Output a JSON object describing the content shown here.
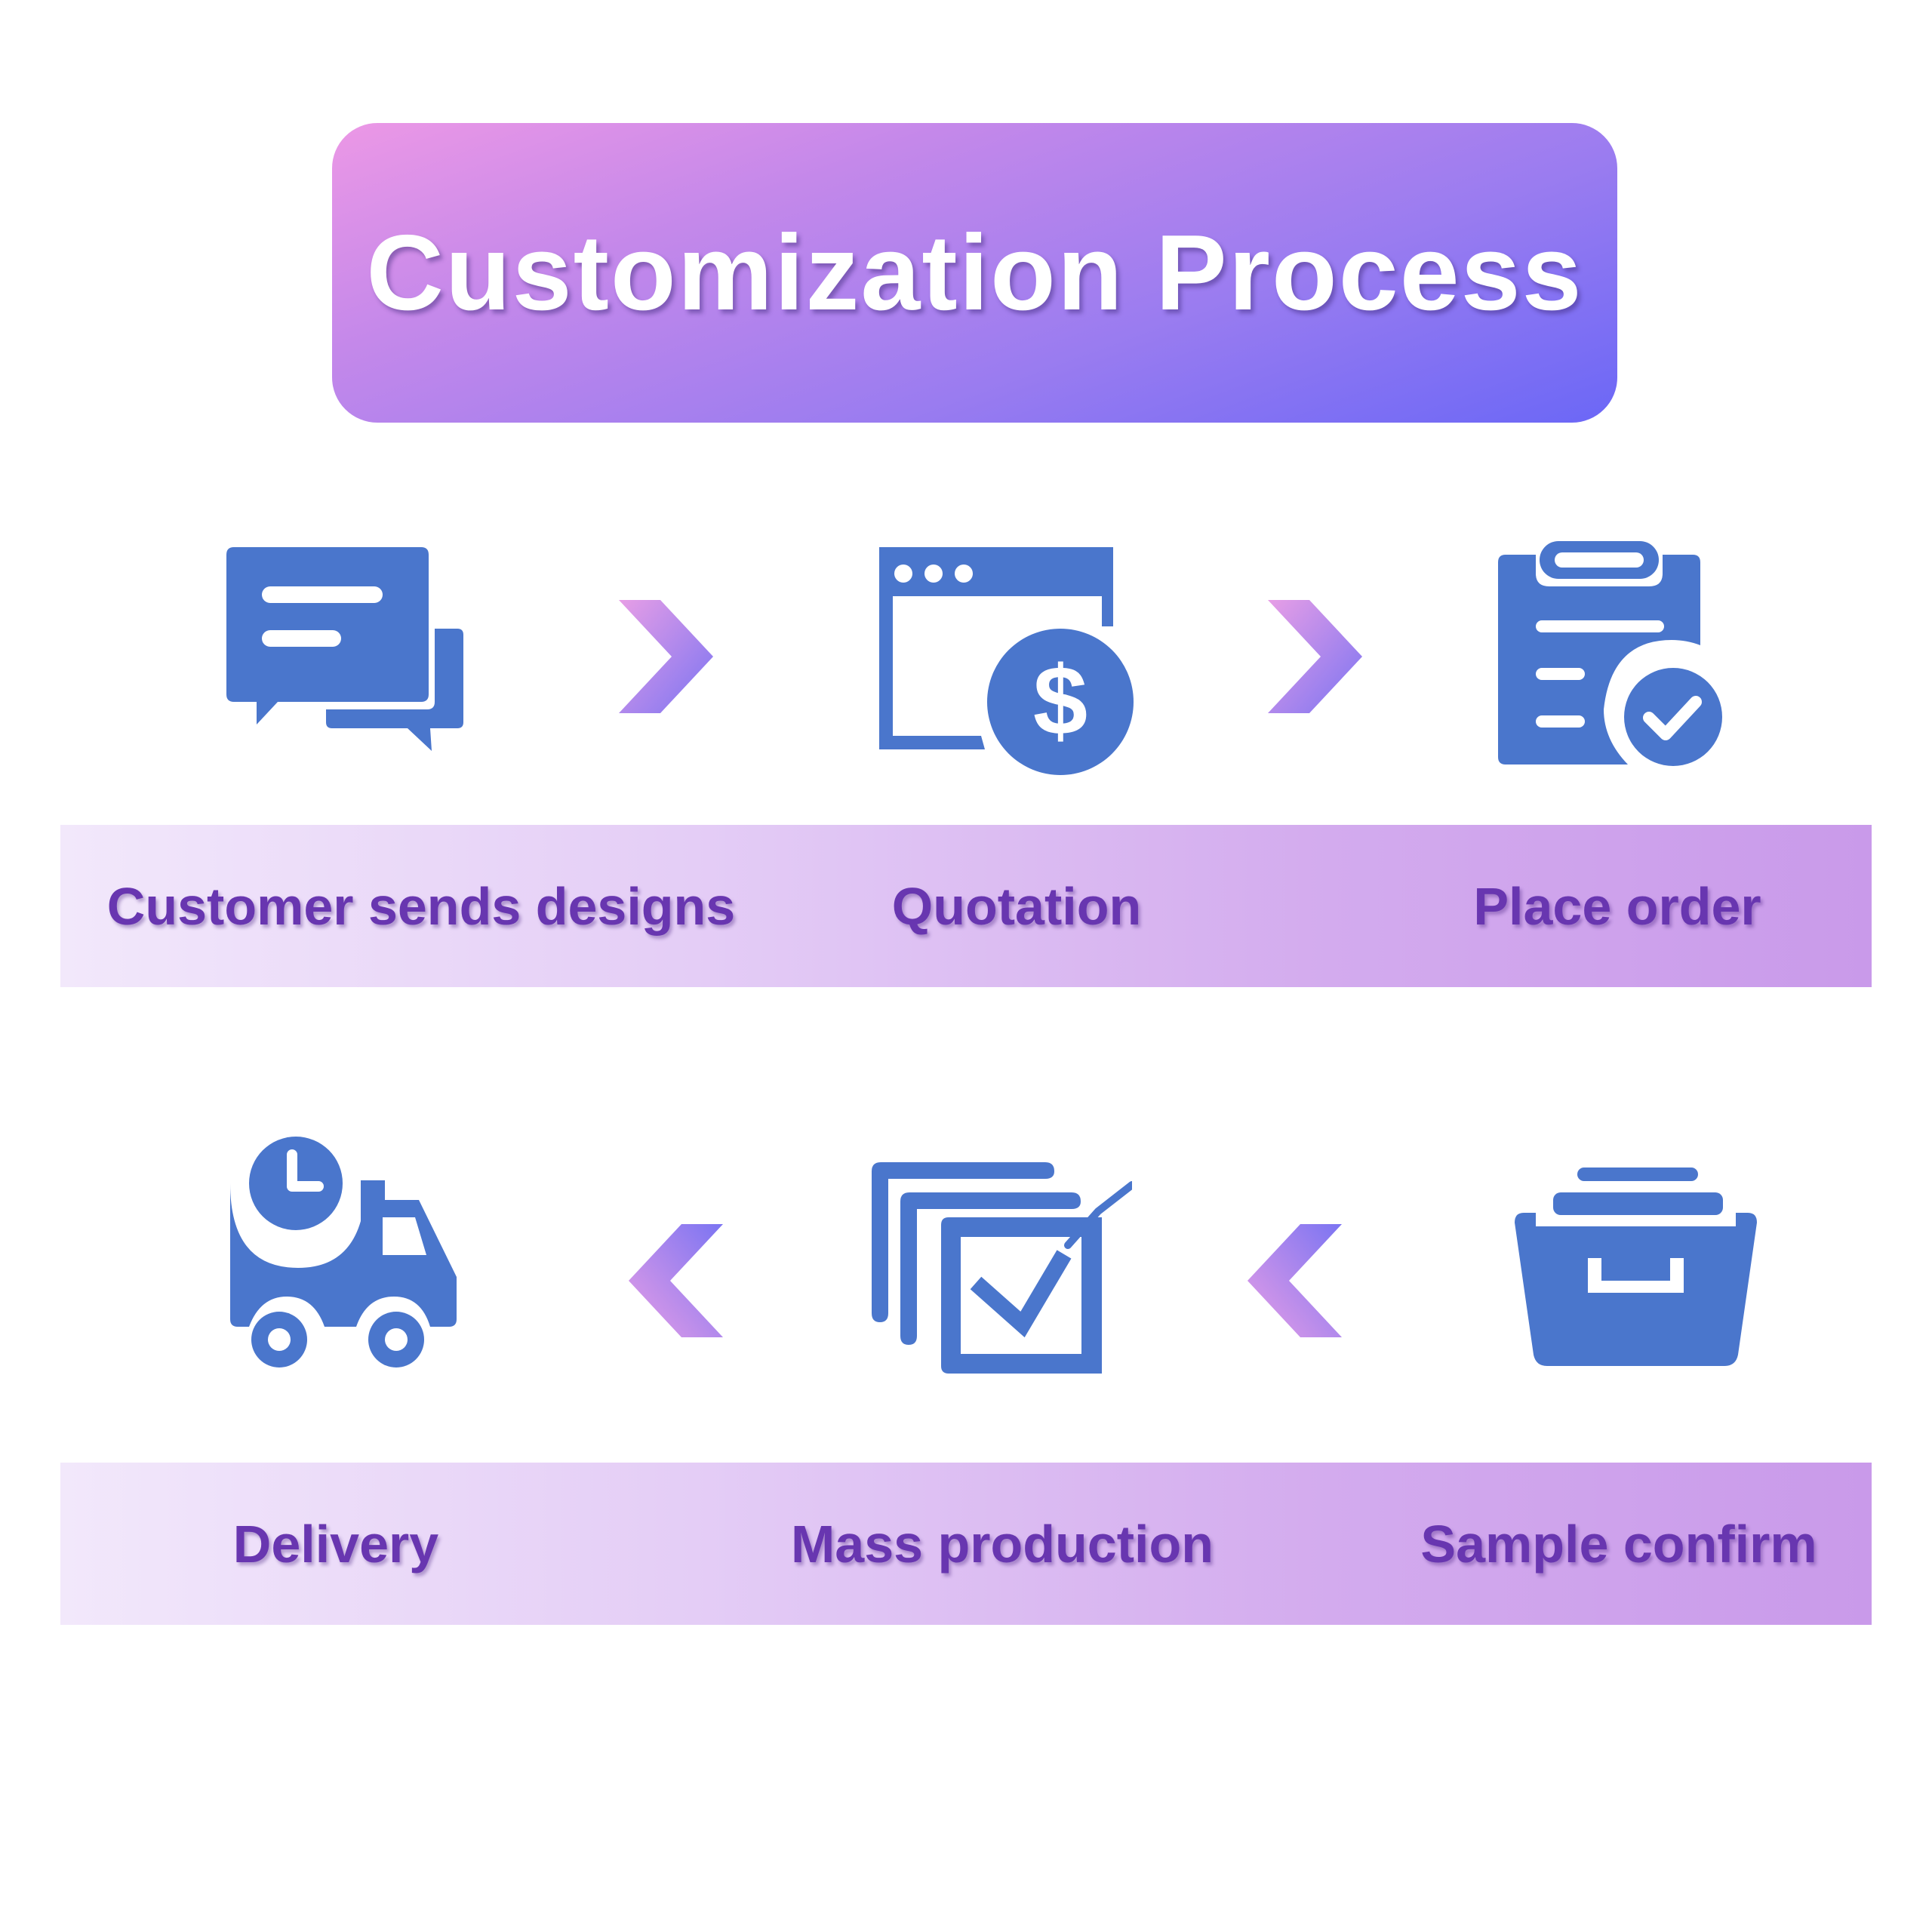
{
  "header": {
    "title": "Customization Process"
  },
  "colors": {
    "icon": "#4a76cc",
    "label_text": "#6836b0",
    "arrow_start": "#e79ee6",
    "arrow_end": "#7b74f2"
  },
  "steps": [
    {
      "label": "Customer sends designs",
      "icon": "chat-bubbles-icon"
    },
    {
      "label": "Quotation",
      "icon": "browser-dollar-icon"
    },
    {
      "label": "Place order",
      "icon": "clipboard-check-icon"
    },
    {
      "label": "Sample confirm",
      "icon": "file-box-icon"
    },
    {
      "label": "Mass production",
      "icon": "stacked-checkbox-icon"
    },
    {
      "label": "Delivery",
      "icon": "truck-clock-icon"
    }
  ]
}
